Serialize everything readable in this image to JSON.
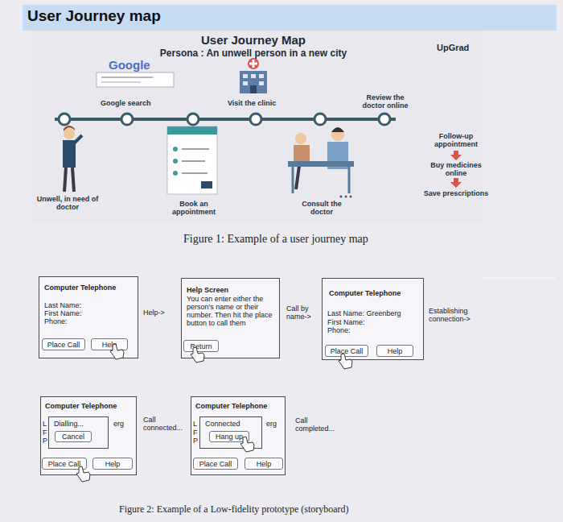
{
  "diagram": {
    "title": "User Journey map",
    "caption": "Figure 2: Example of a Low-fidelity prototype (storyboard)",
    "nodes": [
      {
        "text": [
          "Computer Telephone",
          "Last Name:",
          "First Name:",
          "Phone:"
        ]
      },
      {
        "text": [
          "Place Call"
        ],
        "in": 0
      },
      {
        "text": [
          "Help"
        ],
        "in": 0
      },
      {
        "text": [
          "Help Screen",
          "You can enter either the person's name or their number. Then hit the place button to call them"
        ]
      },
      {
        "text": [
          "Return"
        ],
        "in": 3
      },
      {
        "text": [
          "Computer Telephone",
          "Last Name: Greenberg",
          "First Name:",
          "Phone:"
        ]
      },
      {
        "text": [
          "Place Call"
        ],
        "in": 5
      },
      {
        "text": [
          "Help"
        ],
        "in": 5
      },
      {
        "text": [
          "Computer Telephone",
          "L",
          "F",
          "P",
          "erg"
        ]
      },
      {
        "text": [
          "Dialling..."
        ],
        "in": 8
      },
      {
        "text": [
          "Cancel"
        ],
        "in": 9
      },
      {
        "text": [
          "Place Call"
        ],
        "in": 8
      },
      {
        "text": [
          "Help"
        ],
        "in": 8
      },
      {
        "text": [
          "Computer Telephone",
          "L",
          "F",
          "P",
          "erg"
        ]
      },
      {
        "text": [
          "Connected"
        ],
        "in": 13
      },
      {
        "text": [
          "Hang up"
        ],
        "in": 14
      },
      {
        "text": [
          "Place Call"
        ],
        "in": 13
      },
      {
        "text": [
          "Help"
        ],
        "in": 13
      }
    ],
    "labels": [
      "User Journey Map",
      "Persona : An unwell person in a new city",
      "UpGrad",
      "Google",
      "Google search",
      "Visit the clinic",
      "Review the doctor online",
      "Unwell, in need of doctor",
      "Book an appointment",
      "Consult the doctor",
      "Follow-up appointment",
      "Buy medicines online",
      "Save prescriptions",
      "Figure 1: Example of a user journey map",
      "Help->",
      "Call by name->",
      "Establishing connection->",
      "Call connected...",
      "Call completed..."
    ]
  }
}
